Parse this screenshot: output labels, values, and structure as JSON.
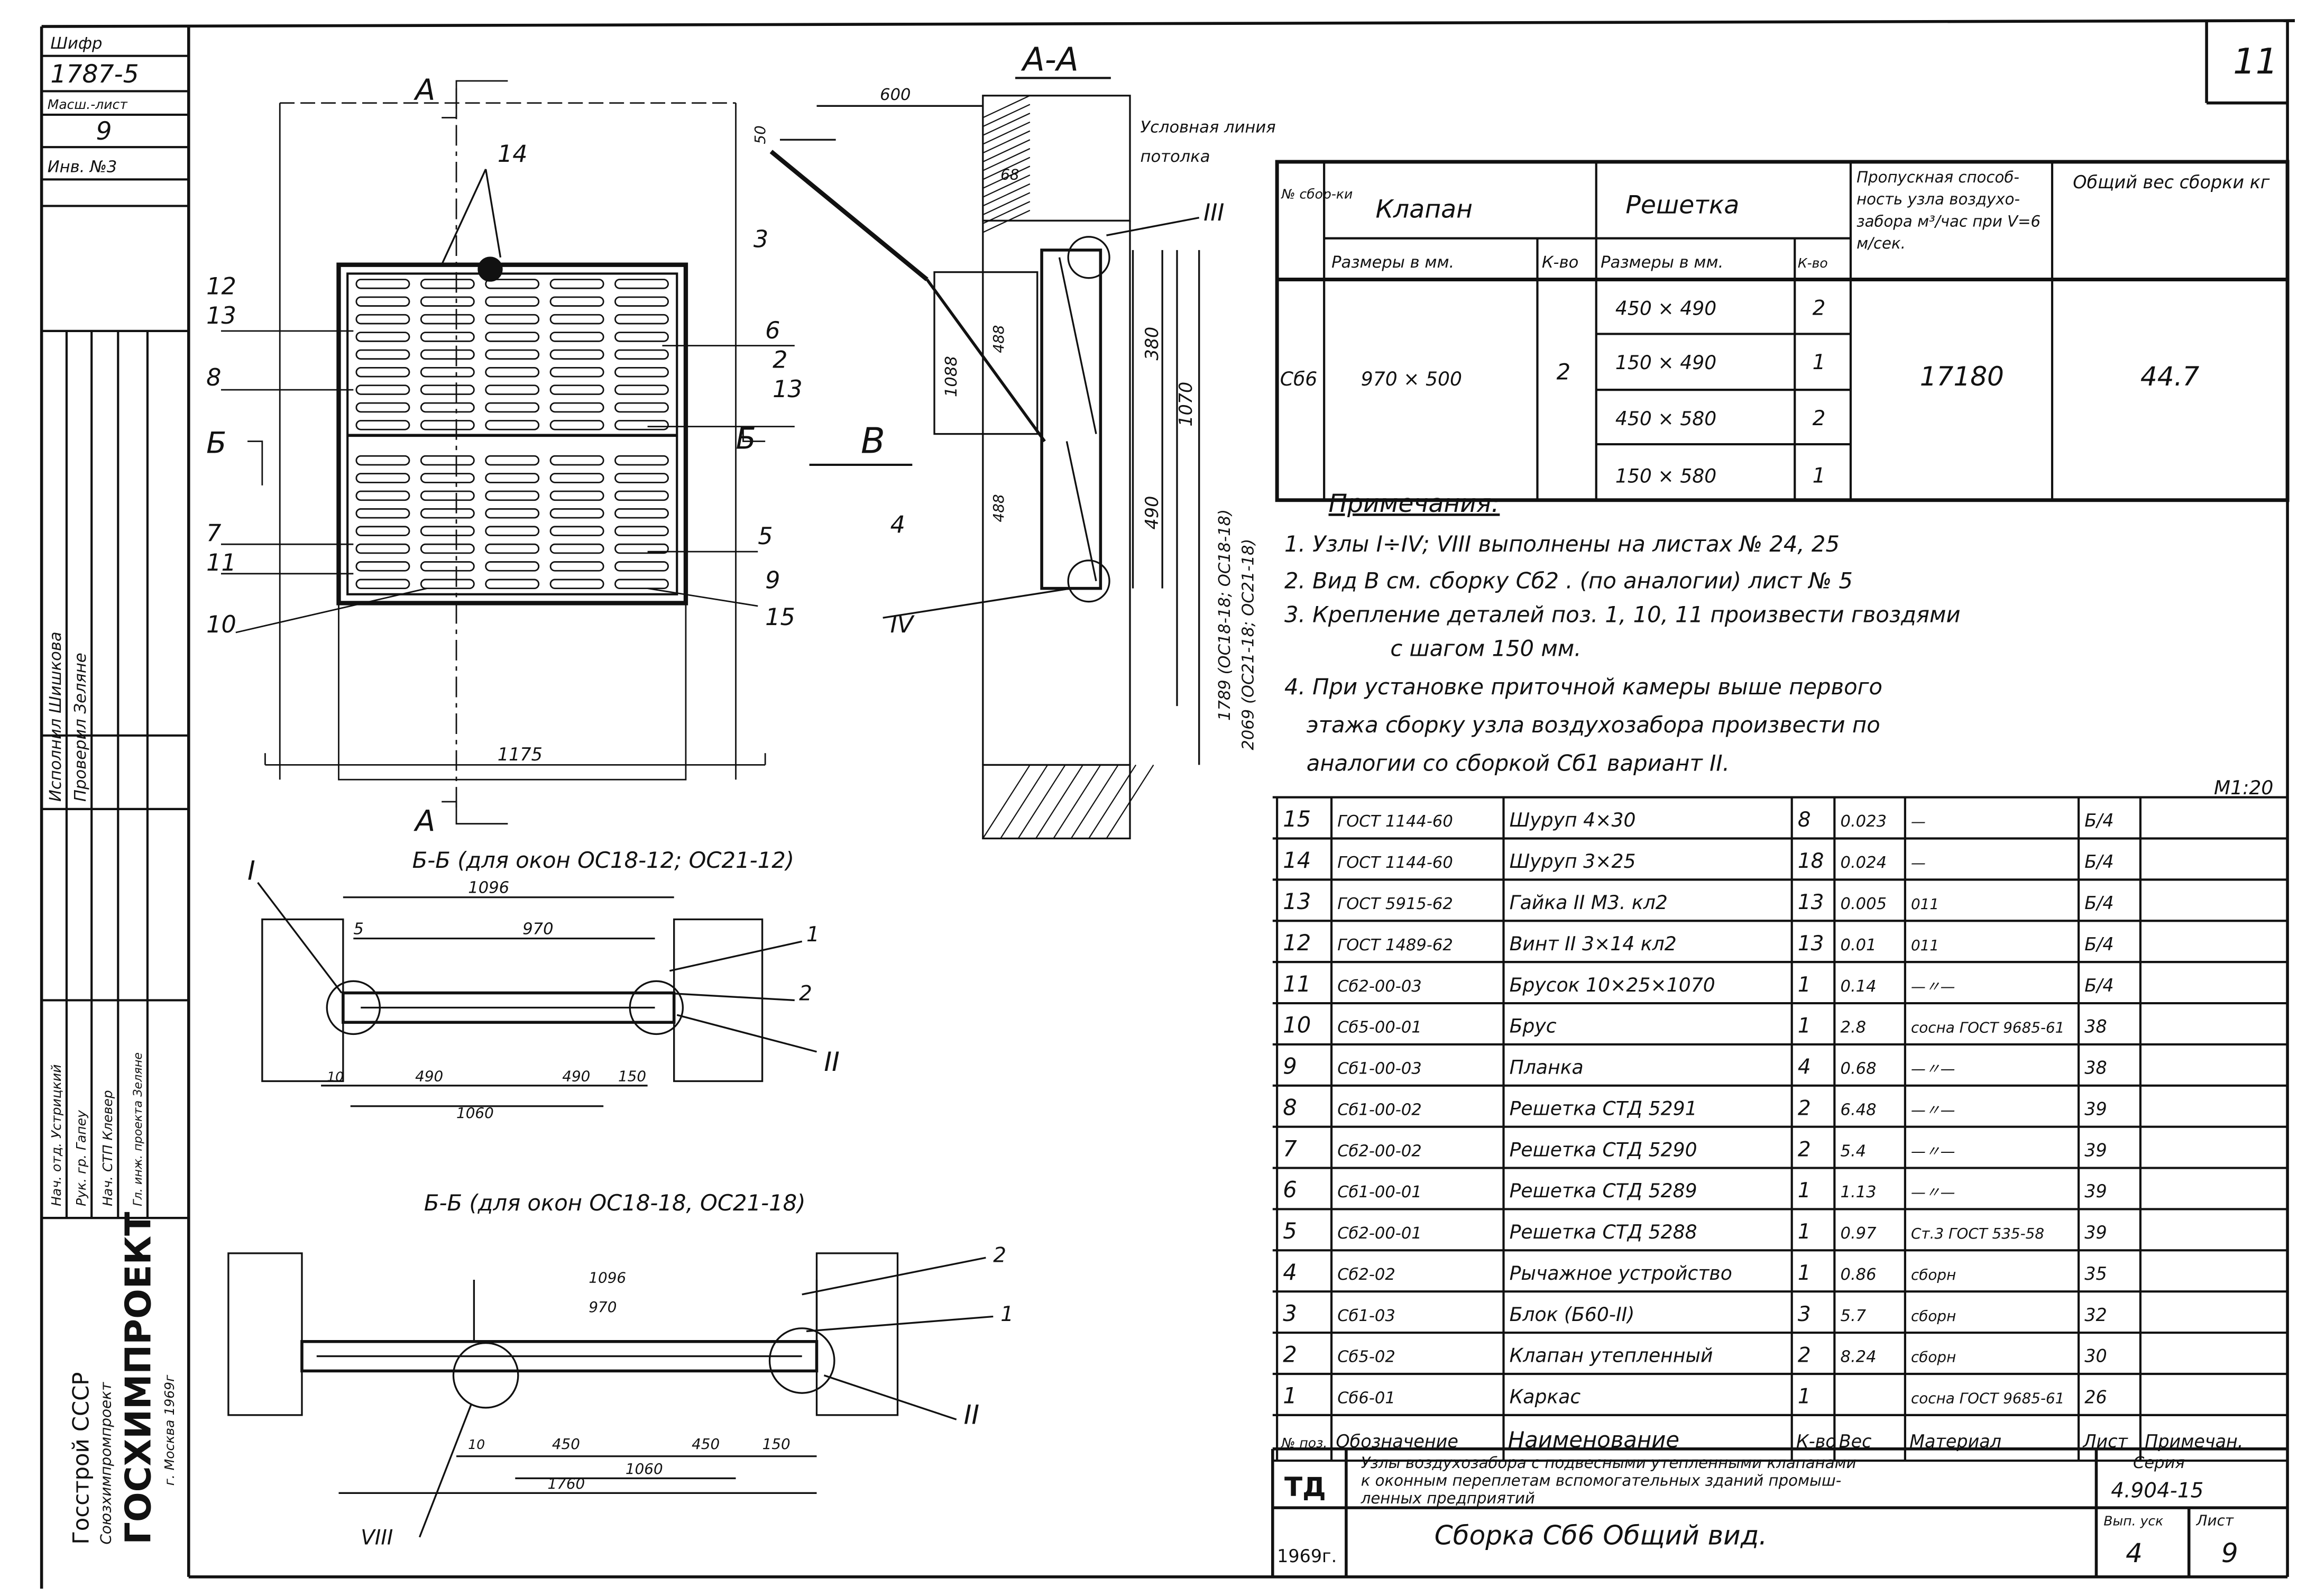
{
  "sheet_number": "11",
  "left_strip": {
    "cipher_label": "Шифр",
    "cipher": "1787-5",
    "scale_sheet_label": "Масш.-лист",
    "scale_sheet": "9",
    "inv_label": "Инв. №3",
    "signatures": [
      "Исполнил Шишкова",
      "Проверил Зеляне",
      "Нач. отд. Устрицкий",
      "Рук. гр. Гапеу",
      "Нач. СТП Клевер",
      "Гл. инж. проекта Зеляне"
    ],
    "org_1": "Госстрой СССР",
    "org_2": "Союзхимпромпроект",
    "org_3": "ГОСХИМПРОЕКТ",
    "org_city": "г. Москва 1969г"
  },
  "views": {
    "section_a": "А",
    "section_aa": "А-А",
    "section_b": "Б",
    "view_v": "В",
    "section_bb_1": "Б-Б (для окон ОС18-12; ОС21-12)",
    "section_bb_2": "Б-Б (для окон ОС18-18, ОС21-18)",
    "ground_line_1": "Условная линия",
    "ground_line_2": "потолка",
    "node_labels": [
      "I",
      "II",
      "III",
      "IV",
      "VIII"
    ],
    "positions": [
      "14",
      "12",
      "13",
      "8",
      "6",
      "2",
      "13",
      "5",
      "7",
      "11",
      "10",
      "9",
      "15",
      "3",
      "4",
      "1",
      "2",
      "1"
    ],
    "dims": {
      "width_main": "1175",
      "d600": "600",
      "d50": "50",
      "d68": "68",
      "d1088": "1088",
      "d488a": "488",
      "d488b": "488",
      "d380": "380",
      "d1070": "1070",
      "d490": "490",
      "d_height": "1789 (ОС18-18; ОС18-18)",
      "d_height2": "2069 (ОС21-18; ОС21-18)",
      "bb1_total": "1096",
      "bb1_970": "970",
      "bb1_5": "5",
      "bb1_10": "10",
      "bb1_490a": "490",
      "bb1_490b": "490",
      "bb1_150": "150",
      "bb1_1060": "1060",
      "bb2_1096": "1096",
      "bb2_970": "970",
      "bb2_10": "10",
      "bb2_450a": "450",
      "bb2_450b": "450",
      "bb2_150": "150",
      "bb2_1060": "1060",
      "bb2_1760": "1760"
    }
  },
  "assembly_table": {
    "headers": {
      "no": "№ сбор-ки",
      "valve": "Клапан",
      "grille": "Решетка",
      "capacity": "Пропускная способ-ность узла воздухо-забора м³/час при V=6 м/сек.",
      "weight": "Общий вес сборки кг",
      "valve_size": "Размеры в мм.",
      "valve_qty": "К-во",
      "grille_size": "Размеры в мм.",
      "grille_qty": "К-во"
    },
    "row": {
      "no": "Сб6",
      "valve_size": "970 × 500",
      "valve_qty": "2",
      "grilles": [
        {
          "size": "450 × 490",
          "qty": "2"
        },
        {
          "size": "150 × 490",
          "qty": "1"
        },
        {
          "size": "450 × 580",
          "qty": "2"
        },
        {
          "size": "150 × 580",
          "qty": "1"
        }
      ],
      "capacity": "17180",
      "weight": "44.7"
    }
  },
  "notes": {
    "title": "Примечания:",
    "lines": [
      "1. Узлы I÷IV; VIII выполнены на листах № 24, 25",
      "2. Вид  В  см.  сборку Сб2 . (по аналогии) лист № 5",
      "3. Крепление деталей поз. 1, 10, 11 произвести гвоздями",
      "с шагом 150 мм.",
      "4. При установке приточной камеры выше первого",
      "этажа сборку узла воздухозабора произвести по",
      "аналогии со сборкой Сб1 вариант II."
    ],
    "scale": "М1:20"
  },
  "spec_table": {
    "header": [
      "№ поз.",
      "Обозначение",
      "Наименование",
      "К-во",
      "Вес",
      "Материал",
      "Лист",
      "Примечан."
    ],
    "rows": [
      [
        "15",
        "ГОСТ 1144-60",
        "Шуруп 4×30",
        "8",
        "0.023",
        "—",
        "Б/4",
        ""
      ],
      [
        "14",
        "ГОСТ 1144-60",
        "Шуруп 3×25",
        "18",
        "0.024",
        "—",
        "Б/4",
        ""
      ],
      [
        "13",
        "ГОСТ 5915-62",
        "Гайка II М3. кл2",
        "13",
        "0.005",
        "011",
        "Б/4",
        ""
      ],
      [
        "12",
        "ГОСТ 1489-62",
        "Винт II 3×14 кл2",
        "13",
        "0.01",
        "011",
        "Б/4",
        ""
      ],
      [
        "11",
        "Сб2-00-03",
        "Брусок 10×25×1070",
        "1",
        "0.14",
        "—〃—",
        "Б/4",
        ""
      ],
      [
        "10",
        "Сб5-00-01",
        "Брус",
        "1",
        "2.8",
        "сосна ГОСТ 9685-61",
        "38",
        ""
      ],
      [
        "9",
        "Сб1-00-03",
        "Планка",
        "4",
        "0.68",
        "—〃—",
        "38",
        ""
      ],
      [
        "8",
        "Сб1-00-02",
        "Решетка СТД 5291",
        "2",
        "6.48",
        "—〃—",
        "39",
        ""
      ],
      [
        "7",
        "Сб2-00-02",
        "Решетка СТД 5290",
        "2",
        "5.4",
        "—〃—",
        "39",
        ""
      ],
      [
        "6",
        "Сб1-00-01",
        "Решетка СТД 5289",
        "1",
        "1.13",
        "—〃—",
        "39",
        ""
      ],
      [
        "5",
        "Сб2-00-01",
        "Решетка СТД 5288",
        "1",
        "0.97",
        "Ст.3 ГОСТ 535-58",
        "39",
        ""
      ],
      [
        "4",
        "Сб2-02",
        "Рычажное устройство",
        "1",
        "0.86",
        "сборн",
        "35",
        ""
      ],
      [
        "3",
        "Сб1-03",
        "Блок (Б60-II)",
        "3",
        "5.7",
        "сборн",
        "32",
        ""
      ],
      [
        "2",
        "Сб5-02",
        "Клапан утепленный",
        "2",
        "8.24",
        "сборн",
        "30",
        ""
      ],
      [
        "1",
        "Сб6-01",
        "Каркас",
        "1",
        "",
        "сосна ГОСТ 9685-61",
        "26",
        ""
      ]
    ]
  },
  "title_block": {
    "code": "ТД",
    "description_1": "Узлы воздухозабора с подвесными утепленными клапанами",
    "description_2": "к оконным переплетам вспомогательных зданий промыш-",
    "description_3": "ленных предприятий",
    "series_label": "Серия",
    "series": "4.904-15",
    "year": "1969г.",
    "title": "Сборка Сб6   Общий вид.",
    "issue_label": "Вып. уск",
    "issue": "4",
    "sheet_label": "Лист",
    "sheet": "9"
  }
}
